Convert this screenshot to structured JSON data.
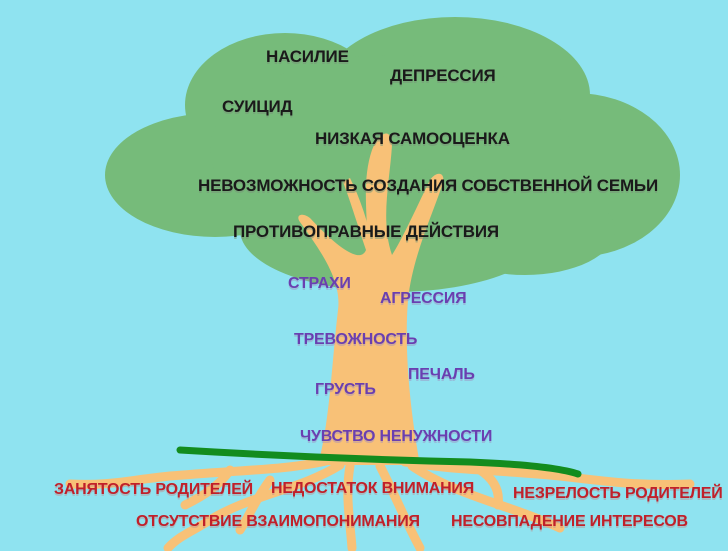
{
  "colors": {
    "sky": "#8fe3f0",
    "crown": "#76bb7a",
    "trunk": "#f8c177",
    "ground_line": "#138c1e",
    "crown_text": "#1a1a1a",
    "trunk_text": "#6a3fb0",
    "root_text": "#c0202a"
  },
  "crown_labels": [
    "НАСИЛИЕ",
    "ДЕПРЕССИЯ",
    "СУИЦИД",
    "НИЗКАЯ САМООЦЕНКА",
    "НЕВОЗМОЖНОСТЬ СОЗДАНИЯ СОБСТВЕННОЙ СЕМЬИ",
    "ПРОТИВОПРАВНЫЕ ДЕЙСТВИЯ"
  ],
  "trunk_labels": [
    "СТРАХИ",
    "АГРЕССИЯ",
    "ТРЕВОЖНОСТЬ",
    "ПЕЧАЛЬ",
    "ГРУСТЬ",
    "ЧУВСТВО НЕНУЖНОСТИ"
  ],
  "root_labels": [
    "ЗАНЯТОСТЬ РОДИТЕЛЕЙ",
    "НЕДОСТАТОК ВНИМАНИЯ",
    "НЕЗРЕЛОСТЬ РОДИТЕЛЕЙ",
    "ОТСУТСТВИЕ ВЗАИМОПОНИМАНИЯ",
    "НЕСОВПАДЕНИЕ ИНТЕРЕСОВ"
  ]
}
